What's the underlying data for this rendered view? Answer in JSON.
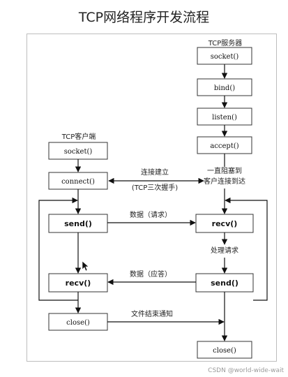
{
  "title": "TCP网络程序开发流程",
  "server": {
    "header": "TCP服务器",
    "steps": {
      "socket": "socket()",
      "bind": "bind()",
      "listen": "listen()",
      "accept": "accept()",
      "recv": "recv()",
      "send": "send()",
      "close": "close()"
    },
    "block_note_line1": "一直阻塞到",
    "block_note_line2": "客户连接到达",
    "process_note": "处理请求"
  },
  "client": {
    "header": "TCP客户端",
    "steps": {
      "socket": "socket()",
      "connect": "connect()",
      "send": "send()",
      "recv": "recv()",
      "close": "close()"
    }
  },
  "messages": {
    "connect_line1": "连接建立",
    "connect_line2": "(TCP三次握手)",
    "request": "数据（请求）",
    "response": "数据（应答）",
    "eof": "文件结束通知"
  },
  "watermark": "CSDN @world-wide-wait"
}
